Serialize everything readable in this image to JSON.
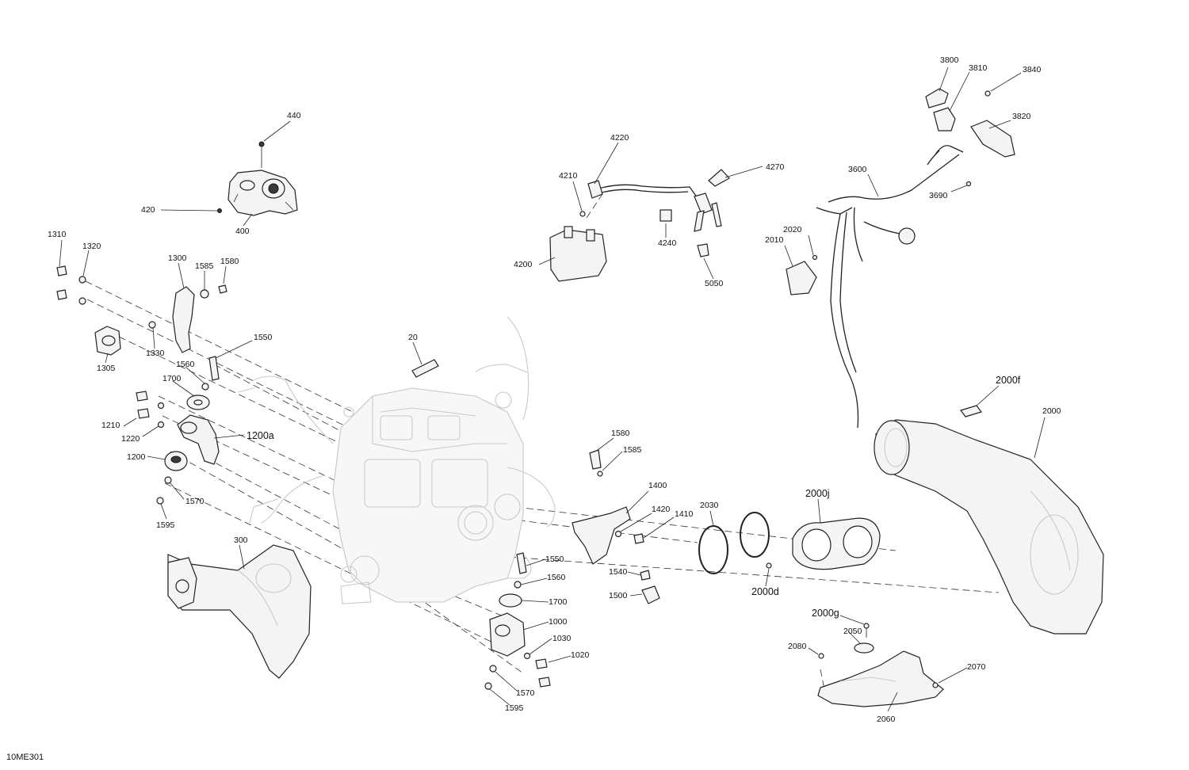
{
  "figure_code": "10ME301",
  "callouts": [
    {
      "id": "440",
      "text": "440"
    },
    {
      "id": "420",
      "text": "420"
    },
    {
      "id": "400",
      "text": "400"
    },
    {
      "id": "1310",
      "text": "1310"
    },
    {
      "id": "1320",
      "text": "1320"
    },
    {
      "id": "1300",
      "text": "1300"
    },
    {
      "id": "1585a",
      "text": "1585"
    },
    {
      "id": "1580a",
      "text": "1580"
    },
    {
      "id": "1330",
      "text": "1330"
    },
    {
      "id": "1305",
      "text": "1305"
    },
    {
      "id": "1550a",
      "text": "1550"
    },
    {
      "id": "1560a",
      "text": "1560"
    },
    {
      "id": "1700a",
      "text": "1700"
    },
    {
      "id": "1210",
      "text": "1210"
    },
    {
      "id": "1220",
      "text": "1220"
    },
    {
      "id": "1200a",
      "text": "1200a"
    },
    {
      "id": "1200",
      "text": "1200"
    },
    {
      "id": "1570a",
      "text": "1570"
    },
    {
      "id": "1595a",
      "text": "1595"
    },
    {
      "id": "20",
      "text": "20"
    },
    {
      "id": "300",
      "text": "300"
    },
    {
      "id": "4220",
      "text": "4220"
    },
    {
      "id": "4210",
      "text": "4210"
    },
    {
      "id": "4270",
      "text": "4270"
    },
    {
      "id": "4200",
      "text": "4200"
    },
    {
      "id": "4240",
      "text": "4240"
    },
    {
      "id": "5050",
      "text": "5050"
    },
    {
      "id": "3800",
      "text": "3800"
    },
    {
      "id": "3810",
      "text": "3810"
    },
    {
      "id": "3840",
      "text": "3840"
    },
    {
      "id": "3820",
      "text": "3820"
    },
    {
      "id": "3600",
      "text": "3600"
    },
    {
      "id": "3690",
      "text": "3690"
    },
    {
      "id": "2020",
      "text": "2020"
    },
    {
      "id": "2010",
      "text": "2010"
    },
    {
      "id": "2000f",
      "text": "2000f"
    },
    {
      "id": "2000",
      "text": "2000"
    },
    {
      "id": "1580b",
      "text": "1580"
    },
    {
      "id": "1585b",
      "text": "1585"
    },
    {
      "id": "1400",
      "text": "1400"
    },
    {
      "id": "1420",
      "text": "1420"
    },
    {
      "id": "1410",
      "text": "1410"
    },
    {
      "id": "2030",
      "text": "2030"
    },
    {
      "id": "2000j",
      "text": "2000j"
    },
    {
      "id": "1540",
      "text": "1540"
    },
    {
      "id": "1500",
      "text": "1500"
    },
    {
      "id": "2000d",
      "text": "2000d"
    },
    {
      "id": "1550b",
      "text": "1550"
    },
    {
      "id": "1560b",
      "text": "1560"
    },
    {
      "id": "1700b",
      "text": "1700"
    },
    {
      "id": "1000",
      "text": "1000"
    },
    {
      "id": "1030",
      "text": "1030"
    },
    {
      "id": "1020",
      "text": "1020"
    },
    {
      "id": "1570b",
      "text": "1570"
    },
    {
      "id": "1595b",
      "text": "1595"
    },
    {
      "id": "2000g",
      "text": "2000g"
    },
    {
      "id": "2050",
      "text": "2050"
    },
    {
      "id": "2080",
      "text": "2080"
    },
    {
      "id": "2070",
      "text": "2070"
    },
    {
      "id": "2060",
      "text": "2060"
    }
  ]
}
